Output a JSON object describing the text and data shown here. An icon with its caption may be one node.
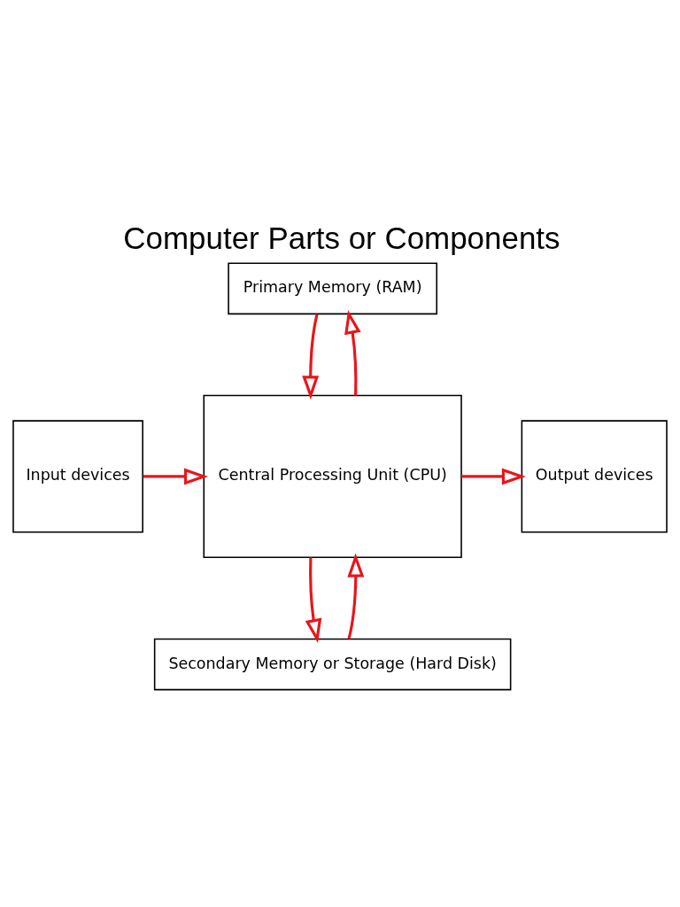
{
  "diagram": {
    "title": "Computer Parts or Components",
    "nodes": [
      {
        "text": [
          "Primary Memory (RAM)"
        ]
      },
      {
        "text": [
          "Input devices"
        ]
      },
      {
        "text": [
          "Central Processing Unit (CPU)"
        ]
      },
      {
        "text": [
          "Output devices"
        ]
      },
      {
        "text": [
          "Secondary Memory or Storage (Hard Disk)"
        ]
      }
    ],
    "edges": [
      {
        "from": 2,
        "to": 0,
        "arrow": "to"
      },
      {
        "from": 0,
        "to": 2,
        "arrow": "to"
      },
      {
        "from": 1,
        "to": 2,
        "arrow": "to"
      },
      {
        "from": 2,
        "to": 3,
        "arrow": "to"
      },
      {
        "from": 4,
        "to": 2,
        "arrow": "to"
      },
      {
        "from": 2,
        "to": 4,
        "arrow": "to"
      }
    ]
  }
}
